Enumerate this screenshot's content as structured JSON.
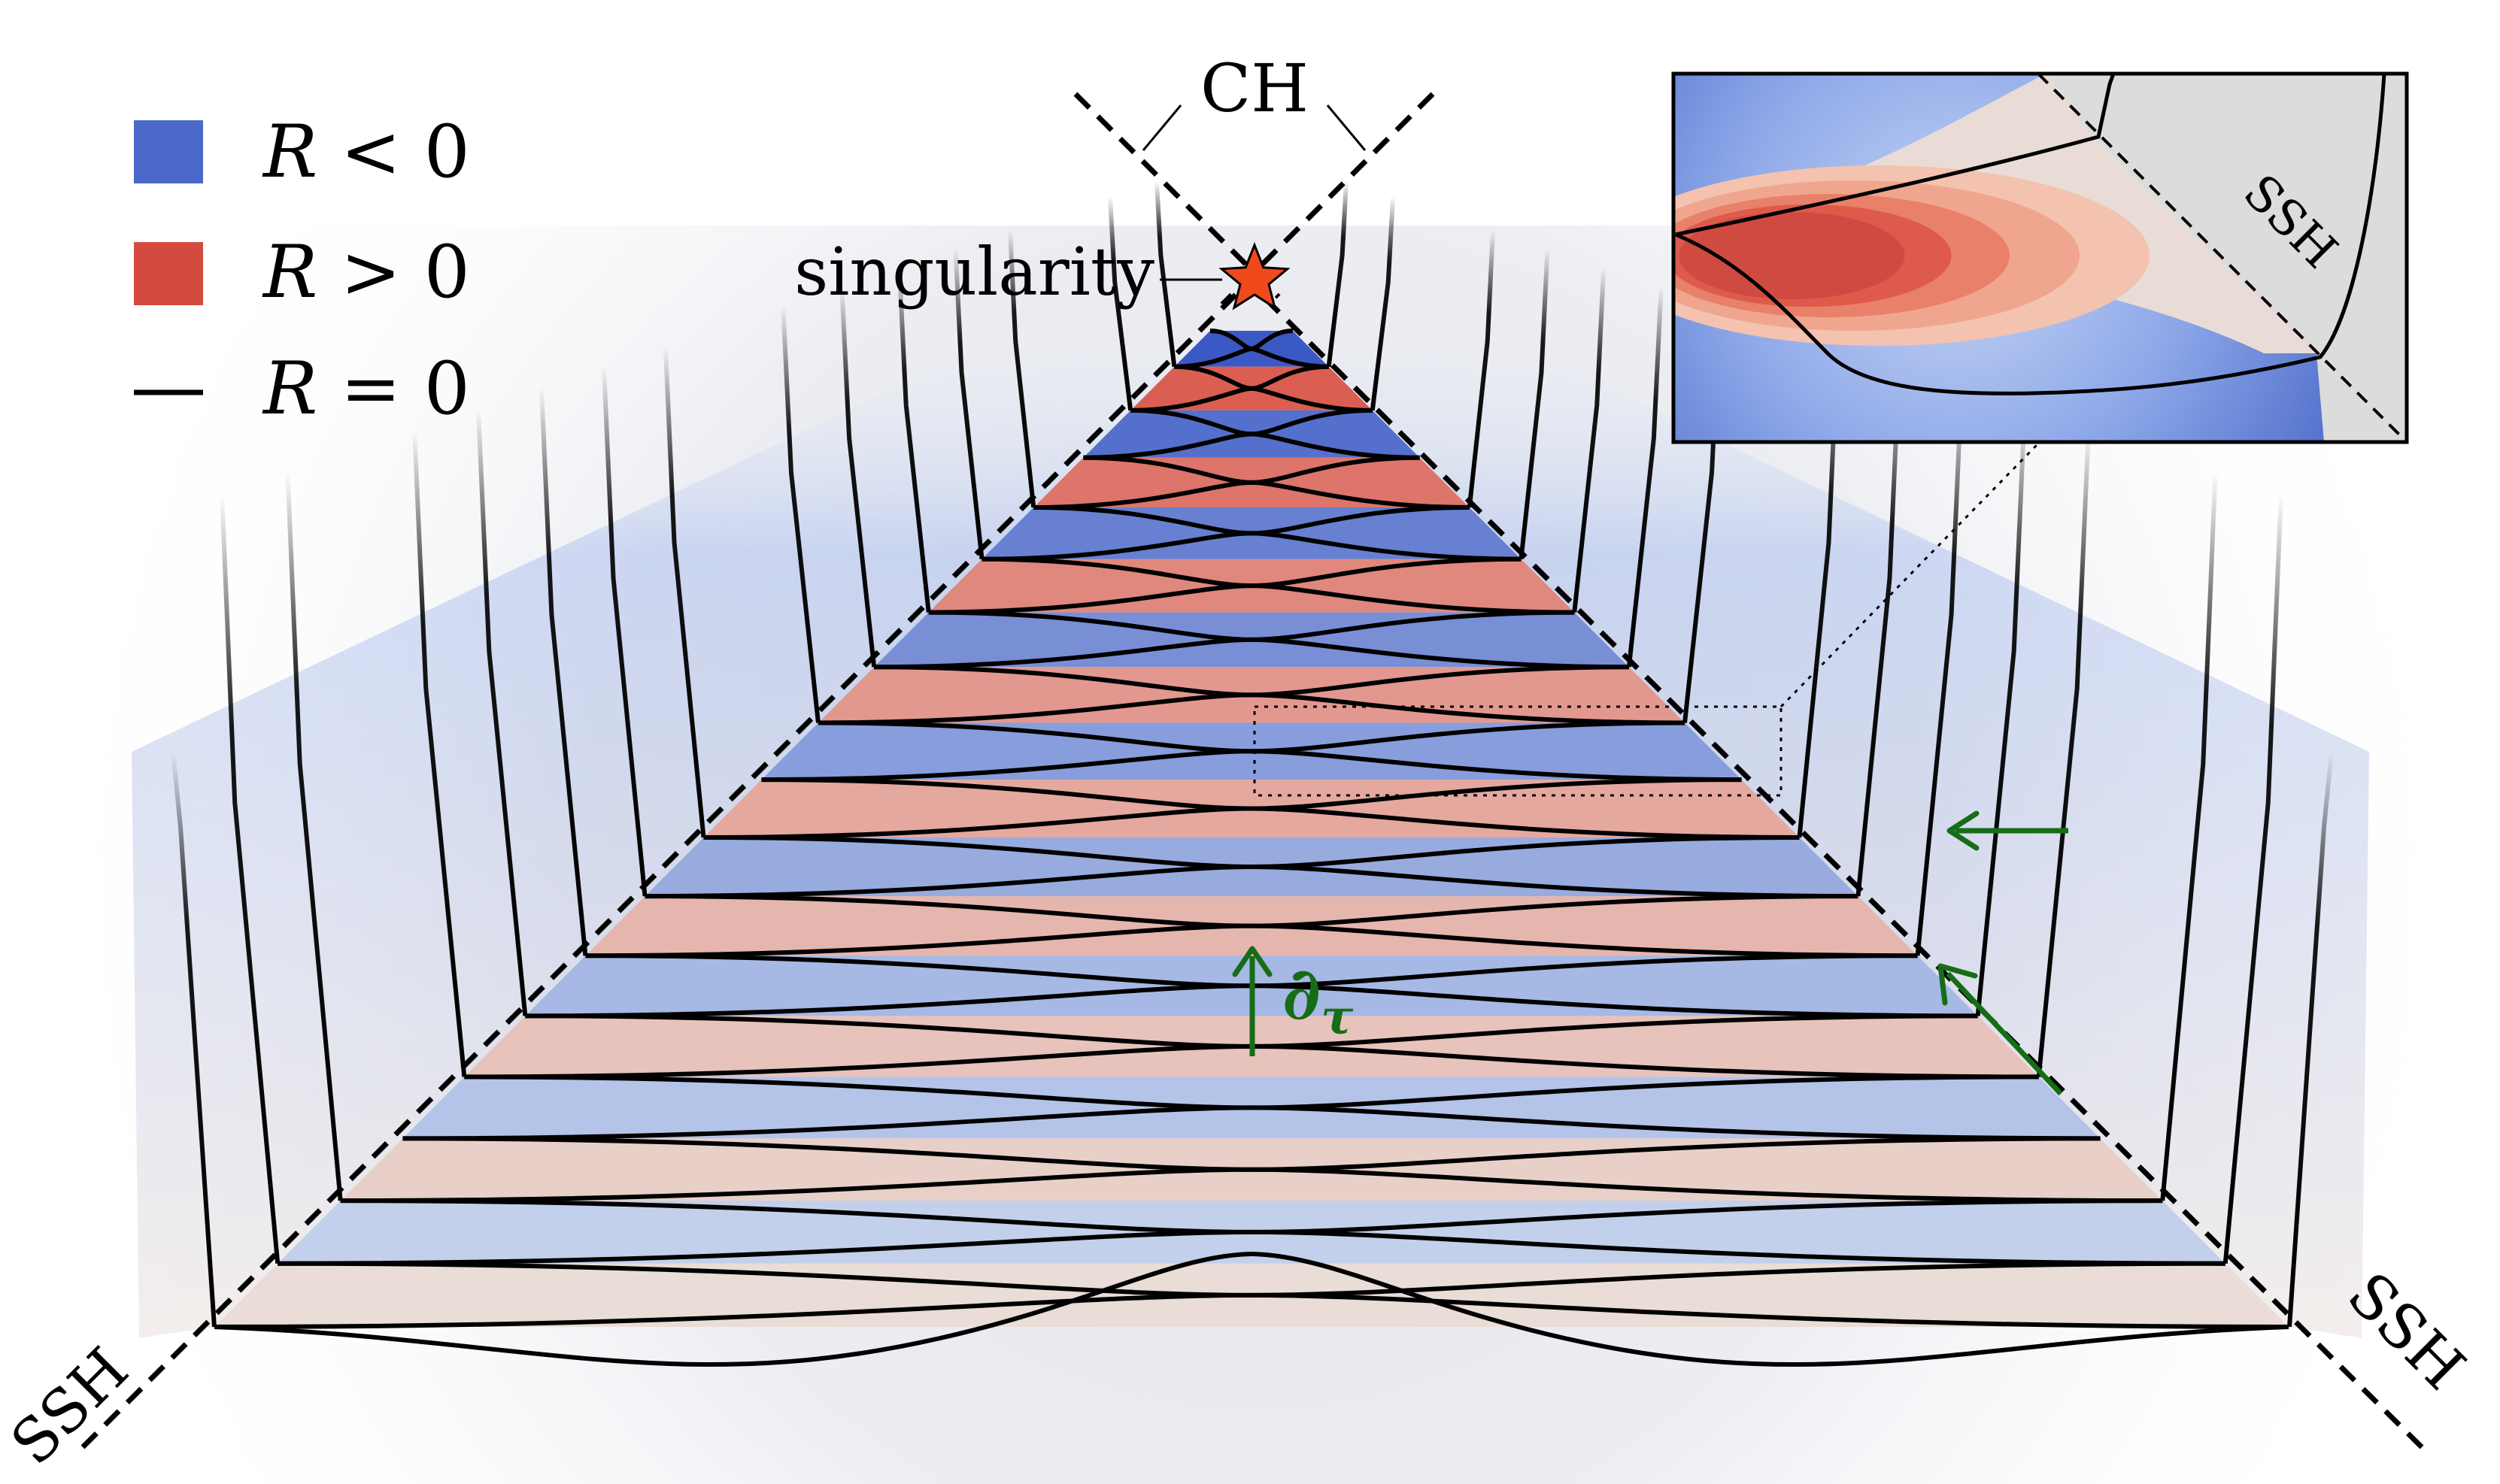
{
  "legend": {
    "items": [
      {
        "symbol": "R",
        "relation": " < 0",
        "color": "#4a68c8"
      },
      {
        "symbol": "R",
        "relation": " > 0",
        "color": "#d44a3f"
      },
      {
        "symbol": "R",
        "relation": " = 0",
        "color": "#000000"
      }
    ]
  },
  "labels": {
    "ch": "CH",
    "singularity": "singularity",
    "ssh_left": "SSH",
    "ssh_right": "SSH",
    "ssh_inset": "SSH",
    "d_tau": "∂",
    "d_tau_sub": "τ"
  },
  "colors": {
    "negative_deep": "#3a59c4",
    "negative_light": "#c9d6ee",
    "positive_deep": "#d84a3c",
    "positive_light": "#eadcd6",
    "star": "#f04a1c",
    "arrow": "#166d16",
    "inset_gray": "#dcdcdc"
  },
  "icons": {
    "star": "star-icon",
    "arrow": "arrow-icon"
  },
  "structure": {
    "bands": 18,
    "outer_lines": 14
  }
}
